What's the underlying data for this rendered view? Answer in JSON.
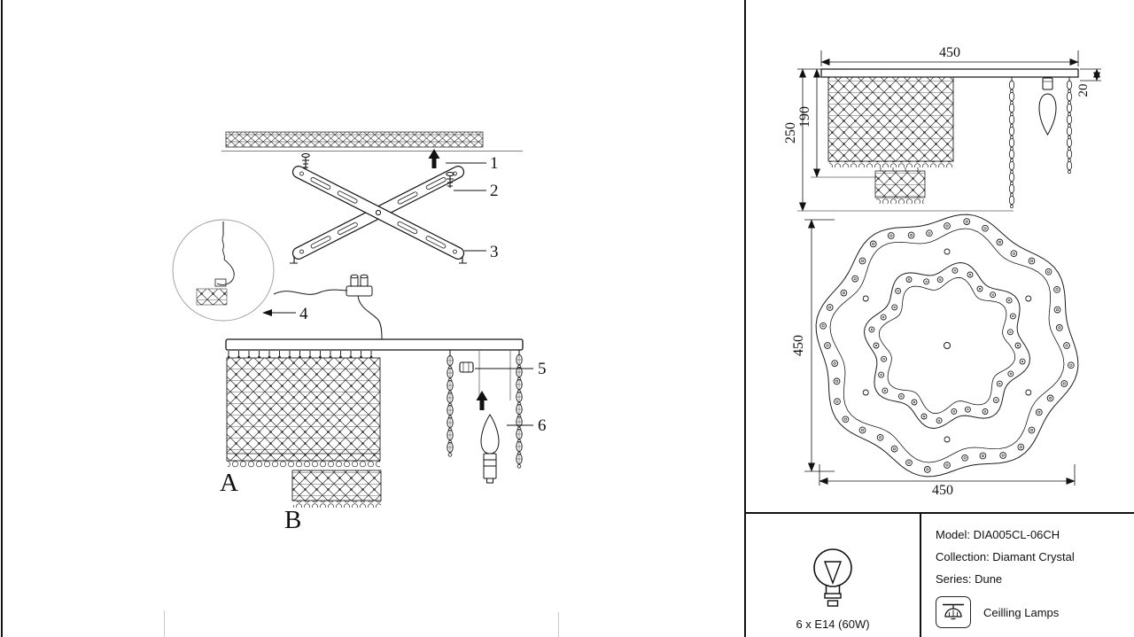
{
  "assembly": {
    "part_labels": [
      "1",
      "2",
      "3",
      "4",
      "5",
      "6"
    ],
    "view_labels": [
      "A",
      "B"
    ]
  },
  "dimensions": {
    "side": {
      "width": "450",
      "overall_height": "250",
      "body_height": "190",
      "canopy_height": "20"
    },
    "top": {
      "height": "450",
      "width": "450"
    }
  },
  "spec": {
    "bulb": "6 x E14 (60W)",
    "model": "Model: DIA005CL-06CH",
    "collection": "Collection: Diamant Crystal",
    "series": "Series: Dune",
    "category": "Ceilling Lamps"
  },
  "icons": {
    "bulb": "bulb-icon",
    "ceiling_lamp": "ceiling-lamp-icon",
    "insert_arrow": "up-arrow-icon"
  },
  "colors": {
    "ink": "#1a1a1a",
    "background": "#ffffff"
  }
}
